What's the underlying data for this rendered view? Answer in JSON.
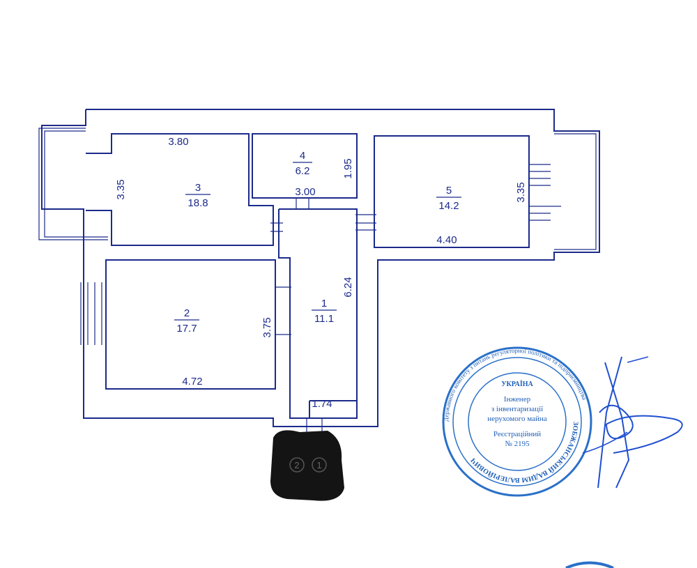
{
  "rooms": [
    {
      "id": "1",
      "number": "1",
      "area": "11.1"
    },
    {
      "id": "2",
      "number": "2",
      "area": "17.7"
    },
    {
      "id": "3",
      "number": "3",
      "area": "18.8"
    },
    {
      "id": "4",
      "number": "4",
      "area": "6.2"
    },
    {
      "id": "5",
      "number": "5",
      "area": "14.2"
    }
  ],
  "dimensions": {
    "room3_width": "3.80",
    "room3_height": "3.35",
    "room4_height": "1.95",
    "room4_width": "3.00",
    "room5_height": "3.35",
    "room5_width": "4.40",
    "room1_height": "6.24",
    "room1_width": "1.74",
    "room2_height": "3.75",
    "room2_width": "4.72"
  },
  "entrance_marks": [
    "2",
    "1"
  ],
  "stamp": {
    "outer_ring_text": "Державного комітету з питань регуляторної політики та підприємництва",
    "inner_ring_text": "ЗОБЖАНСЬКИЙ ВАДИМ ВАЛЕРІЙОВИЧ",
    "country": "УКРАЇНА",
    "line1": "Інженер",
    "line2": "з інвентаризації",
    "line3": "нерухомого майна",
    "line4": "Реєстраційний",
    "line5": "№ 2195"
  },
  "colors": {
    "ink": "#1b2a8a",
    "stamp": "#2a70c8",
    "signature": "#1f4fd0"
  }
}
